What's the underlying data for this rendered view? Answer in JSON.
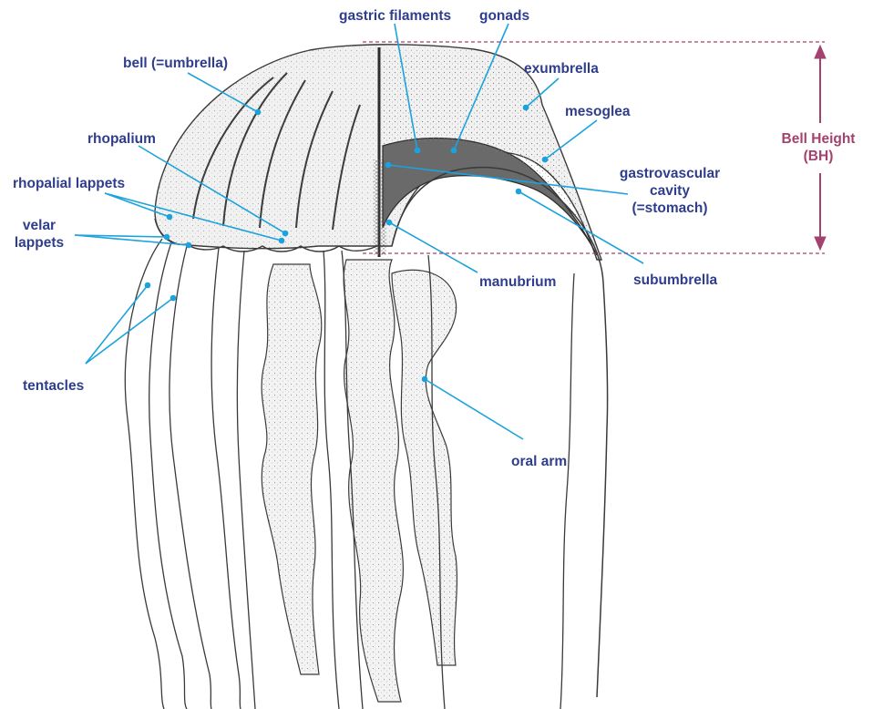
{
  "labels": {
    "bell": "bell (=umbrella)",
    "gastric_filaments": "gastric filaments",
    "gonads": "gonads",
    "exumbrella": "exumbrella",
    "mesoglea": "mesoglea",
    "rhopalium": "rhopalium",
    "rhopalial_lappets": "rhopalial lappets",
    "velar_lappets_1": "velar",
    "velar_lappets_2": "lappets",
    "gastrovascular_1": "gastrovascular",
    "gastrovascular_2": "cavity",
    "gastrovascular_3": "(=stomach)",
    "manubrium": "manubrium",
    "subumbrella": "subumbrella",
    "tentacles": "tentacles",
    "oral_arm": "oral arm",
    "bell_height_1": "Bell Height",
    "bell_height_2": "(BH)"
  },
  "colors": {
    "label_text": "#2f3e8c",
    "leader_line": "#1aa3dc",
    "bell_height": "#a3426f",
    "ink": "#3a3a3a",
    "tissue_fill": "#efefef"
  }
}
